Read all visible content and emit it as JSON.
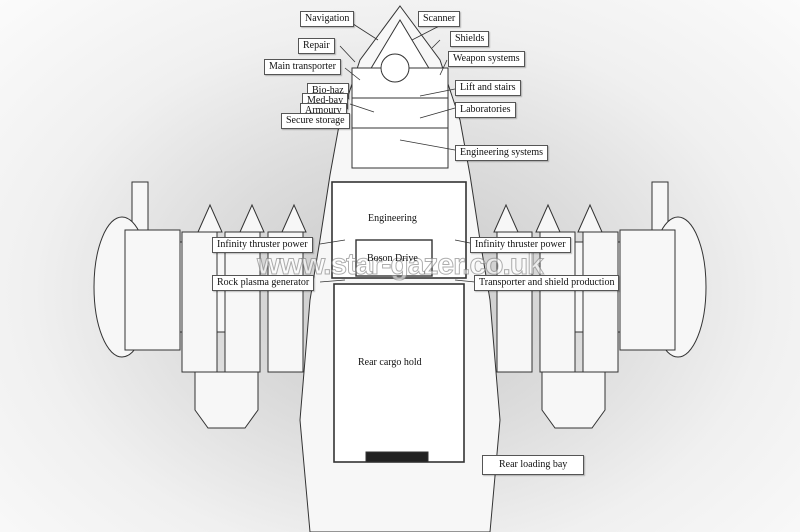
{
  "diagram": {
    "subject": "Starship deck plan (top view)",
    "watermark": "www.star-gazer.co.uk",
    "callouts": {
      "navigation": "Navigation",
      "scanner": "Scanner",
      "shields": "Shields",
      "repair": "Repair",
      "weapon_systems": "Weapon systems",
      "main_transporter": "Main transporter",
      "lift_and_stairs": "Lift and stairs",
      "bio_haz": "Bio-haz",
      "med_bay": "Med-bay",
      "laboratories": "Laboratories",
      "armoury": "Armoury",
      "secure_storage": "Secure storage",
      "engineering_systems": "Engineering systems",
      "infinity_thruster_power_left": "Infinity thruster power",
      "infinity_thruster_power_right": "Infinity thruster power",
      "rock_plasma_generator": "Rock plasma generator",
      "transporter_and_shield_production": "Transporter and shield production",
      "rear_loading_bay": "Rear loading bay"
    },
    "rooms": {
      "engineering": "Engineering",
      "boson_drive": "Boson Drive",
      "rear_cargo_hold": "Rear cargo hold"
    }
  }
}
